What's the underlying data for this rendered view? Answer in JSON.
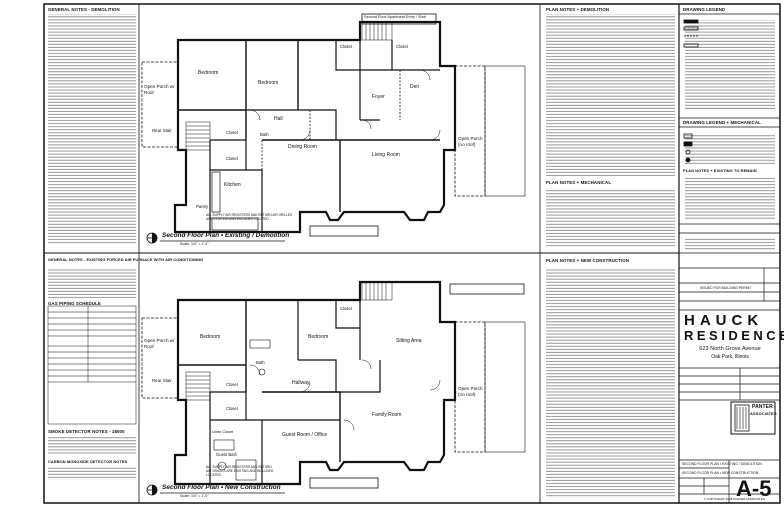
{
  "notes_sections": {
    "general_demo": "GENERAL NOTES - DEMOLITION",
    "plan_demo": "PLAN NOTES + DEMOLITION",
    "plan_mech": "PLAN NOTES + MECHANICAL",
    "general_hvac": "GENERAL NOTES - EXISTING FORCED AIR FURNACE WITH AIR CONDITIONING",
    "gas_piping": "GAS PIPING SCHEDULE",
    "smoke": "SMOKE DETECTOR NOTES - 18000",
    "co": "CARBON MONOXIDE DETECTOR NOTES",
    "plan_new": "PLAN NOTES + NEW CONSTRUCTION",
    "drawing_legend": "DRAWING LEGEND",
    "drawing_legend_mech": "DRAWING LEGEND + MECHANICAL",
    "plan_existing_remain": "PLAN NOTES + EXISTING TO REMAIN"
  },
  "plans": {
    "top_title": "Second Floor Plan • Existing / Demolition",
    "top_scale": "Scale: 1/4\" = 1'-0\"",
    "bottom_title": "Second Floor Plan • New Construction",
    "bottom_scale": "Scale: 1/4\" = 1'-0\"",
    "callout_top": "Second Floor Apartment Entry / Stair",
    "hvac_note": "ALL SUPPLY AIR REGISTERS AND RETURN AIR GRILLES ARE EXISTING AND INCLUDED LOCATED",
    "top_rooms": {
      "bedroom_left": "Bedroom",
      "bedroom_mid": "Bedroom",
      "bath": "Bath",
      "closet_a": "Closet",
      "closet_b": "Closet",
      "closet_c": "Closet",
      "closet_d": "Closet",
      "den": "Den",
      "foyer": "Foyer",
      "hall": "Hall",
      "dining": "Dining Room",
      "living": "Living Room",
      "kitchen": "Kitchen",
      "pantry": "Pantry",
      "porch_left": "Open Porch w/ Roof",
      "porch_right": "Open Porch (no roof)",
      "rear_stair": "Rear Stair"
    },
    "bottom_rooms": {
      "bedroom_left": "Bedroom",
      "bedroom_mid": "Bedroom",
      "bath": "Bath",
      "closet_a": "Closet",
      "closet_b": "Closet",
      "closet_c": "Closet",
      "sitting": "Sitting Area",
      "hallway": "Hallway",
      "family": "Family Room",
      "guest": "Guest Room / Office",
      "guest_bath": "Guest Bath",
      "laundry": "Linen Closet",
      "porch_left": "Open Porch w/ Roof",
      "porch_right": "Open Porch (no roof)",
      "rear_stair": "Rear Stair"
    }
  },
  "title_block": {
    "name_line1": "HAUCK",
    "name_line2": "RESIDENCE",
    "address_line1": "623 North Grove Avenue",
    "address_line2": "Oak Park, Illinois",
    "issue": "ISSUED FOR BUILDING PERMIT",
    "firm_line1": "PANTER",
    "firm_line2": "ASSOCIATES",
    "sheet_title": "SECOND FLOOR PLAN • EXISTING / DEMOLITION",
    "sheet_title2": "SECOND FLOOR PLAN • NEW CONSTRUCTION",
    "sheet_number": "A-5",
    "copyright": "© COPYRIGHT 2008 PANTER ASSOCIATES"
  },
  "colors": {
    "ink": "#111111",
    "paper": "#ffffff",
    "hatch": "#555555"
  }
}
